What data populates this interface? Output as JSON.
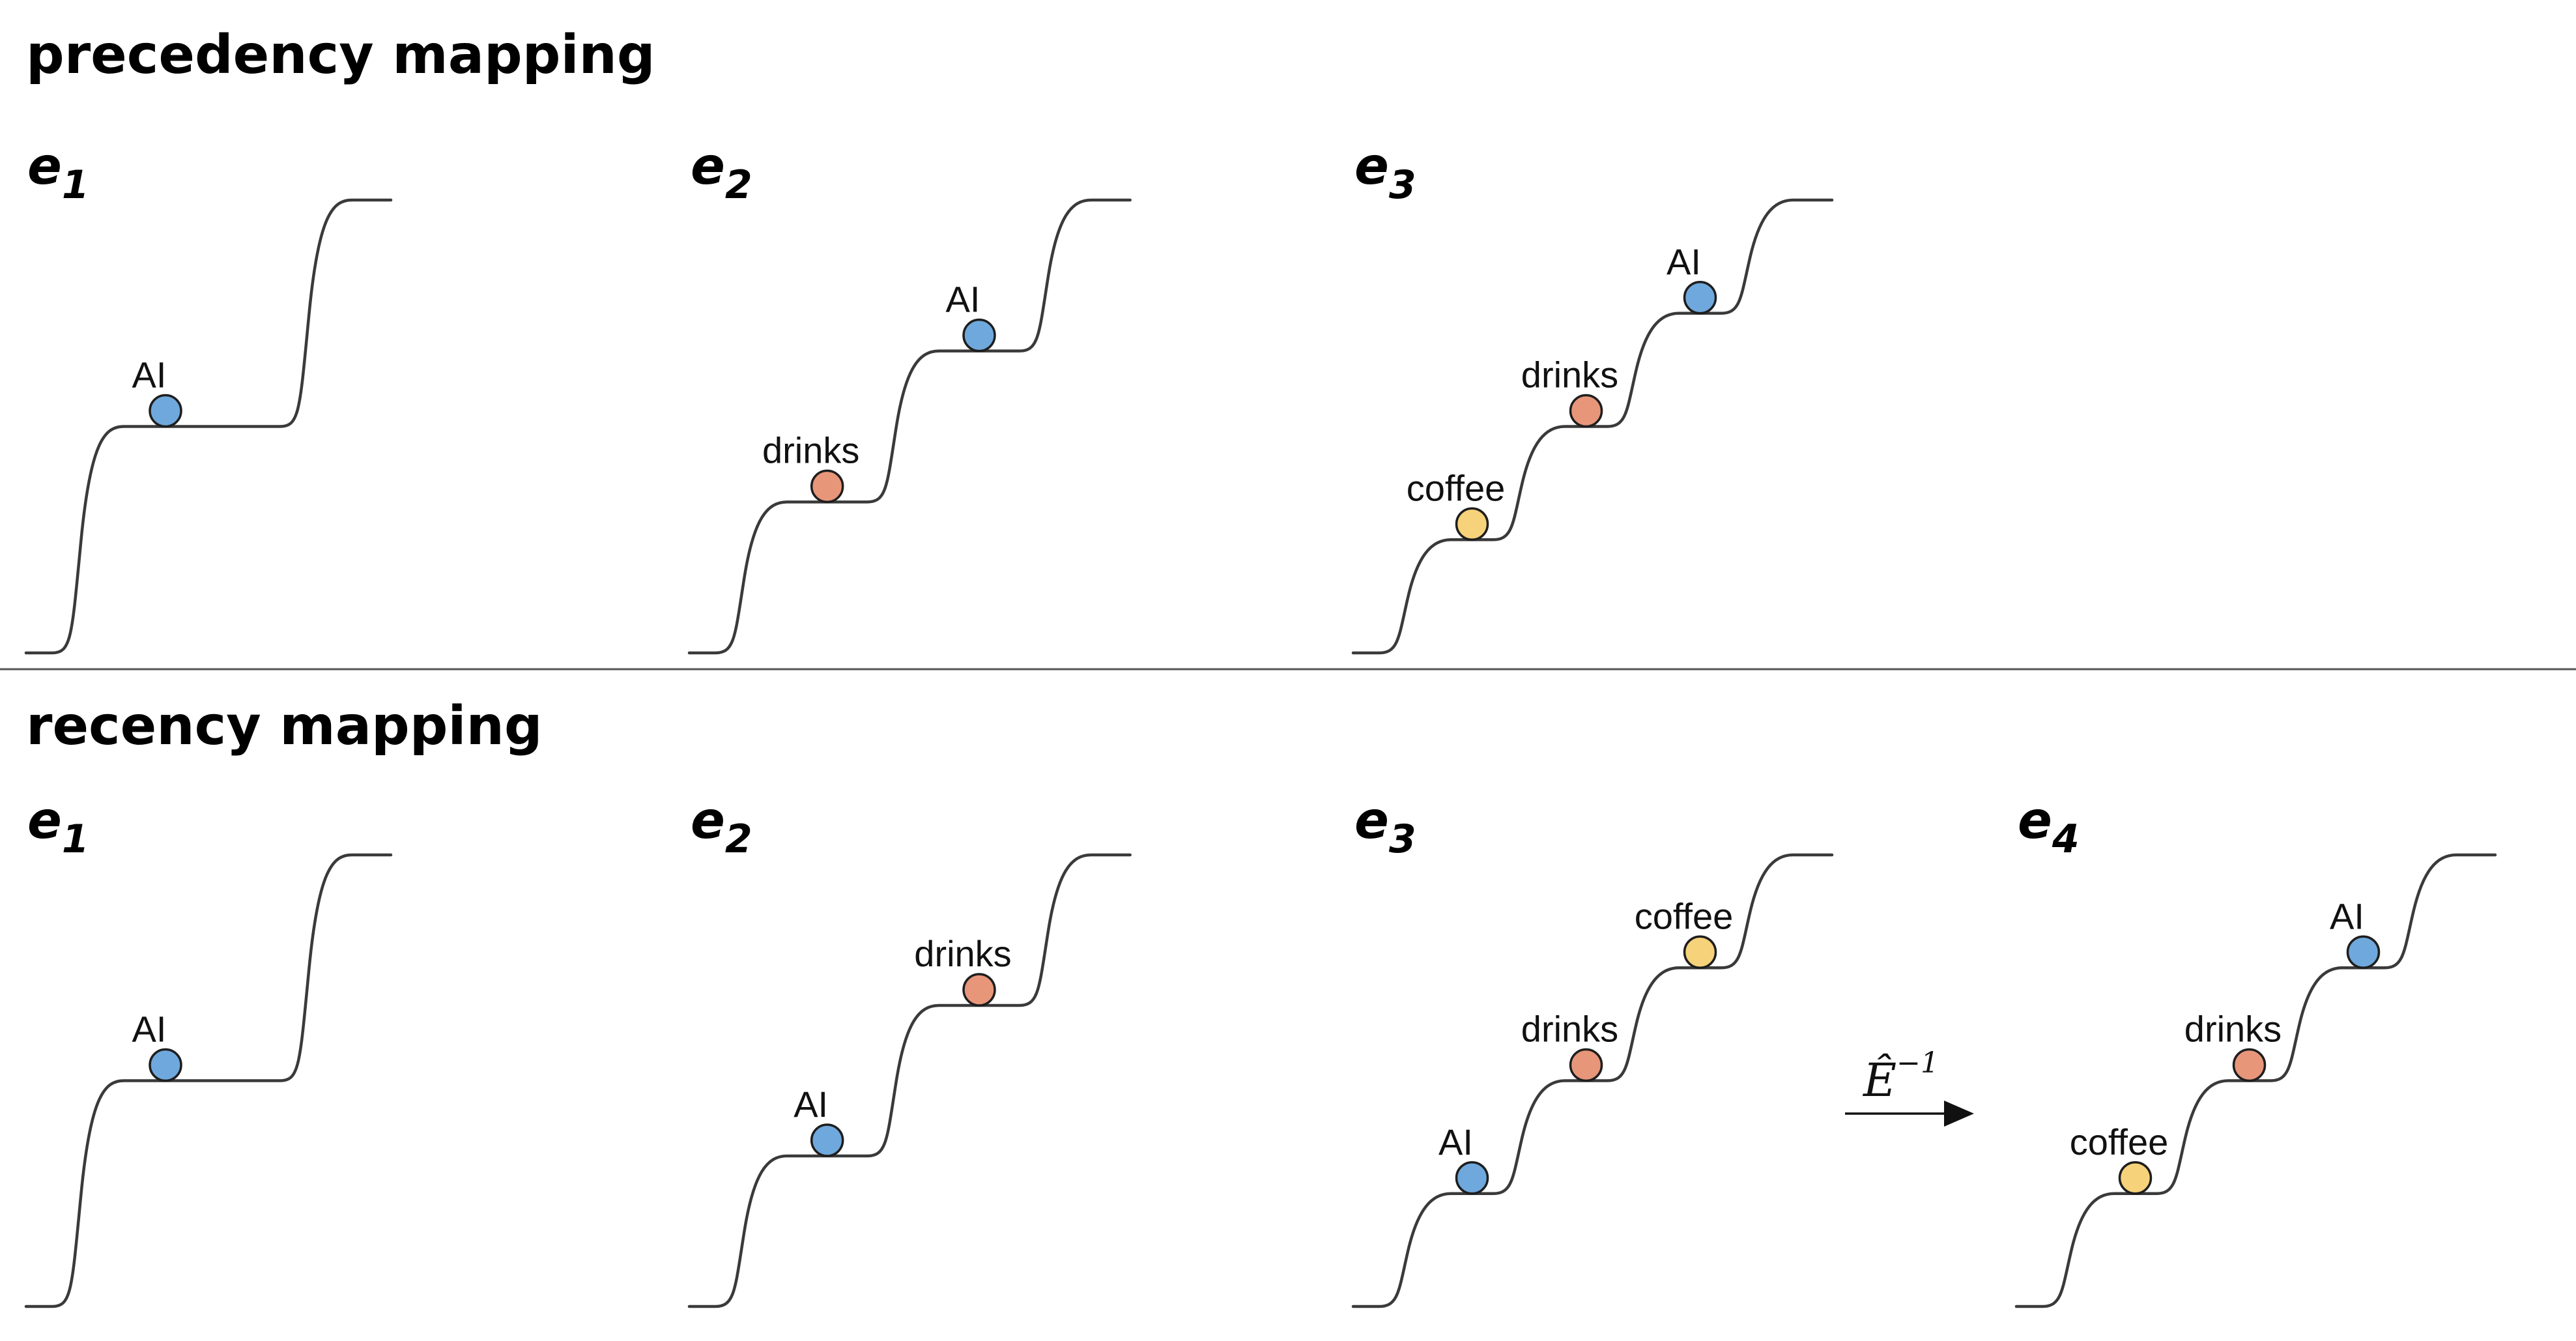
{
  "sections": [
    {
      "title": "precedency mapping",
      "panels": [
        {
          "label": "e",
          "sub": "1",
          "tokens": [
            {
              "word": "AI",
              "color": "blue"
            }
          ]
        },
        {
          "label": "e",
          "sub": "2",
          "tokens": [
            {
              "word": "drinks",
              "color": "orange"
            },
            {
              "word": "AI",
              "color": "blue"
            }
          ]
        },
        {
          "label": "e",
          "sub": "3",
          "tokens": [
            {
              "word": "coffee",
              "color": "yellow"
            },
            {
              "word": "drinks",
              "color": "orange"
            },
            {
              "word": "AI",
              "color": "blue"
            }
          ]
        }
      ]
    },
    {
      "title": "recency mapping",
      "panels": [
        {
          "label": "e",
          "sub": "1",
          "tokens": [
            {
              "word": "AI",
              "color": "blue"
            }
          ]
        },
        {
          "label": "e",
          "sub": "2",
          "tokens": [
            {
              "word": "AI",
              "color": "blue"
            },
            {
              "word": "drinks",
              "color": "orange"
            }
          ]
        },
        {
          "label": "e",
          "sub": "3",
          "tokens": [
            {
              "word": "AI",
              "color": "blue"
            },
            {
              "word": "drinks",
              "color": "orange"
            },
            {
              "word": "coffee",
              "color": "yellow"
            }
          ]
        },
        {
          "label": "e",
          "sub": "4",
          "tokens": [
            {
              "word": "coffee",
              "color": "yellow"
            },
            {
              "word": "drinks",
              "color": "orange"
            },
            {
              "word": "AI",
              "color": "blue"
            }
          ]
        }
      ]
    }
  ],
  "arrow": {
    "base": "Ê",
    "superscript": "−1"
  },
  "colors": {
    "blue": "#6fa8dc",
    "orange": "#e8967a",
    "yellow": "#f6d27a",
    "line": "#3a3a3a"
  }
}
